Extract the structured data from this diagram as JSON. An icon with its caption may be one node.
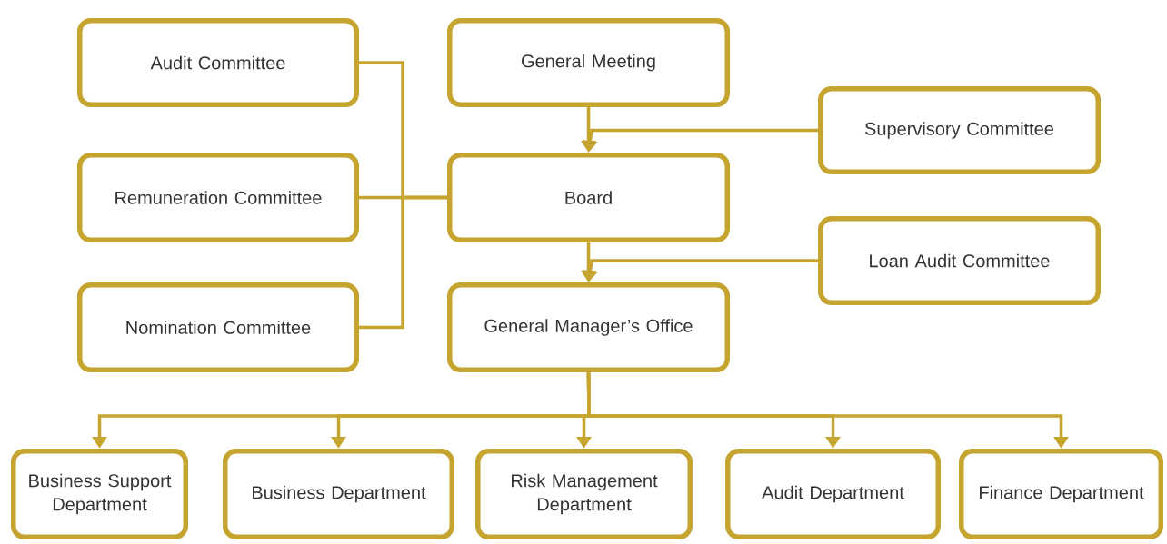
{
  "diagram": {
    "nodes": [
      {
        "text": [
          "Audit Committee"
        ]
      },
      {
        "text": [
          "General Meeting"
        ]
      },
      {
        "text": [
          "Supervisory Committee"
        ]
      },
      {
        "text": [
          "Remuneration Committee"
        ]
      },
      {
        "text": [
          "Board"
        ]
      },
      {
        "text": [
          "Loan Audit Committee"
        ]
      },
      {
        "text": [
          "Nomination Committee"
        ]
      },
      {
        "text": [
          "General Manager’s Office"
        ]
      },
      {
        "text": [
          "Business Support Department"
        ]
      },
      {
        "text": [
          "Business Department"
        ]
      },
      {
        "text": [
          "Risk Management Department"
        ]
      },
      {
        "text": [
          "Audit Department"
        ]
      },
      {
        "text": [
          "Finance Department"
        ]
      }
    ],
    "edges": [
      {
        "from": 1,
        "to": 4,
        "arrow": "to"
      },
      {
        "from": 2,
        "to": 4,
        "arrow": "to"
      },
      {
        "from": 0,
        "to": 4,
        "arrow": "none"
      },
      {
        "from": 3,
        "to": 4,
        "arrow": "none"
      },
      {
        "from": 6,
        "to": 4,
        "arrow": "none"
      },
      {
        "from": 4,
        "to": 7,
        "arrow": "to"
      },
      {
        "from": 5,
        "to": 7,
        "arrow": "to"
      },
      {
        "from": 7,
        "to": 8,
        "arrow": "to"
      },
      {
        "from": 7,
        "to": 9,
        "arrow": "to"
      },
      {
        "from": 7,
        "to": 10,
        "arrow": "to"
      },
      {
        "from": 7,
        "to": 11,
        "arrow": "to"
      },
      {
        "from": 7,
        "to": 12,
        "arrow": "to"
      }
    ]
  }
}
